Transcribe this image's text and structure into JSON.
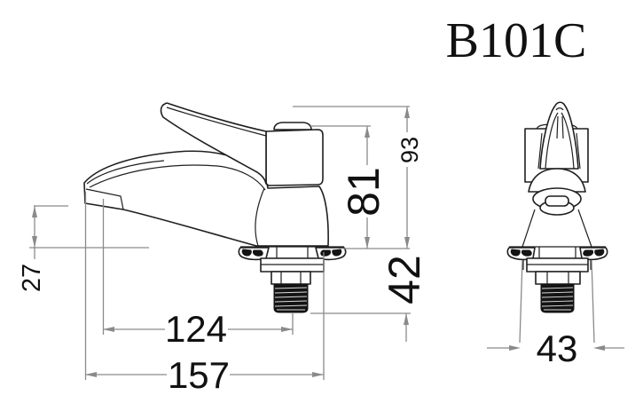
{
  "title": "B101C",
  "drawing": {
    "type": "technical-drawing",
    "subject": "basin tap / faucet, two orthographic views (side profile and front elevation)",
    "views": [
      {
        "id": "side",
        "label": "side view"
      },
      {
        "id": "front",
        "label": "front view"
      }
    ]
  },
  "dimensions": {
    "spout_outlet_height": "27",
    "spout_reach": "124",
    "overall_length": "157",
    "body_height": "81",
    "overall_height": "93",
    "thread_length": "42",
    "base_width": "43"
  },
  "colors": {
    "background": "#ffffff",
    "drawing_line": "#1f1f1f",
    "dimension_line": "#8a8a8a",
    "text": "#111111",
    "thread_fill": "#141414"
  }
}
